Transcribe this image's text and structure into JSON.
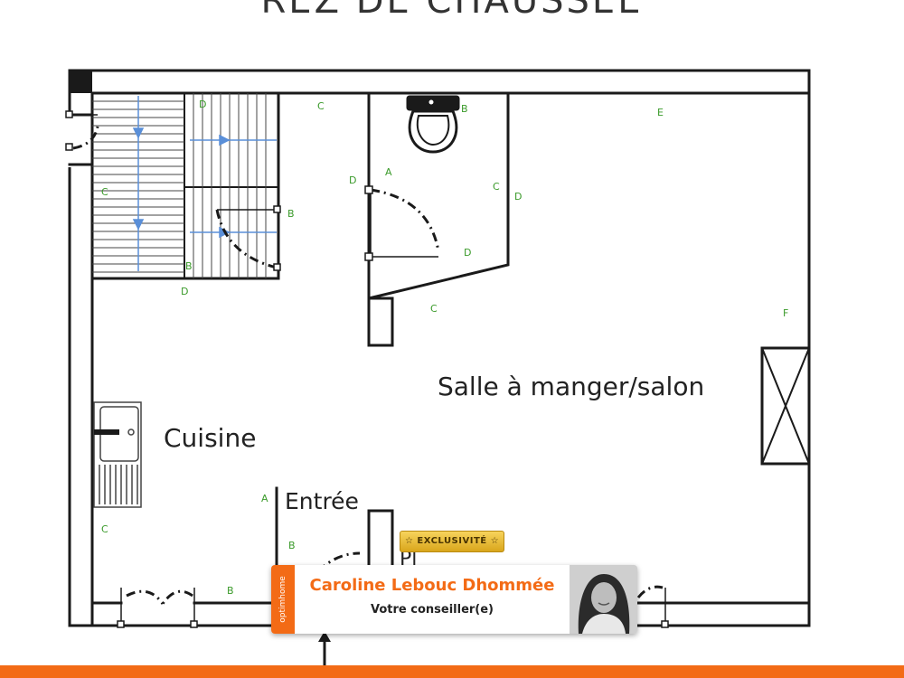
{
  "title": "REZ DE CHAUSSÉE",
  "rooms": {
    "salon": "Salle à manger/salon",
    "cuisine": "Cuisine",
    "entree": "Entrée",
    "partial": "Pl"
  },
  "wall_marks": {
    "stair_d_top": "D",
    "c_top": "C",
    "wc_b": "B",
    "e_top": "E",
    "wc_a": "A",
    "wc_d_left": "D",
    "wc_c_right": "C",
    "wc_d_right": "D",
    "stair_b_right": "B",
    "stair_c_left": "C",
    "stair_b_bottom": "B",
    "stair_d_bottom": "D",
    "wc_d_lower": "D",
    "c_middle": "C",
    "f_right": "F",
    "entree_a": "A",
    "entree_b": "B",
    "c_left_bottom": "C",
    "b_bottom": "B"
  },
  "badge": {
    "text": "☆ EXCLUSIVITÉ ☆"
  },
  "agent": {
    "brand": "optimhome",
    "name": "Caroline Lebouc Dhommée",
    "role": "Votre conseiller(e)"
  },
  "colors": {
    "accent": "#f36b16",
    "wall": "#1a1a1a",
    "label_green": "#3a9a2a",
    "stair_arrow": "#5a8fd8",
    "badge_gold": "#e6b83a"
  },
  "icons": {
    "toilet": "toilet-icon",
    "sink": "sink-icon",
    "fireplace": "fireplace-icon",
    "entry_arrow": "arrow-up-icon",
    "stair_arrow": "arrow-down-icon",
    "photo": "person-photo-icon"
  }
}
